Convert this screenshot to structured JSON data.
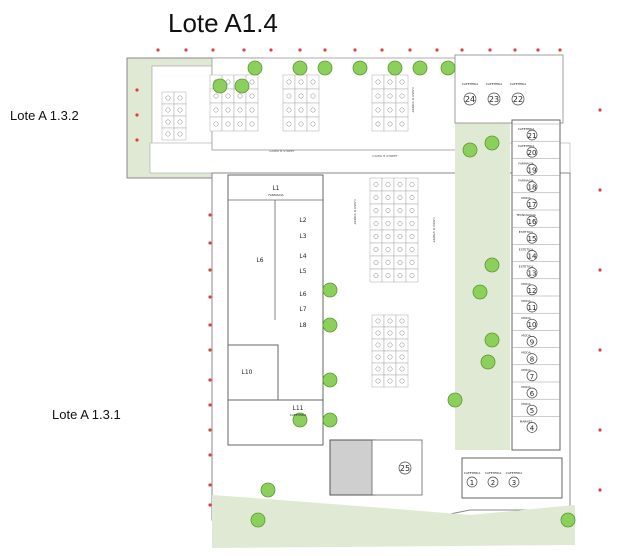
{
  "labels": {
    "title": "Lote A1.4",
    "lot_left_top": "Lote A 1.3.2",
    "lot_left_bottom": "Lote A 1.3.1"
  },
  "units_left": [
    {
      "id": "L1",
      "sub": "FARMACIA"
    },
    {
      "id": "L2"
    },
    {
      "id": "L3"
    },
    {
      "id": "L4"
    },
    {
      "id": "L5"
    },
    {
      "id": "L6"
    },
    {
      "id": "L6b",
      "text": "L6"
    },
    {
      "id": "L7"
    },
    {
      "id": "L8"
    },
    {
      "id": "L10"
    },
    {
      "id": "L11",
      "sub": "CAFETERIA"
    }
  ],
  "units_right": [
    {
      "n": "21",
      "name": "CAFETERIA"
    },
    {
      "n": "20",
      "name": "CAFETERIA"
    },
    {
      "n": "19",
      "name": "FARMACIA"
    },
    {
      "n": "18",
      "name": "FARMACIA"
    },
    {
      "n": "17",
      "name": "MODA"
    },
    {
      "n": "16",
      "name": "TECNOLOGIA"
    },
    {
      "n": "15",
      "name": "ESTETICA"
    },
    {
      "n": "14",
      "name": "ESTETICA"
    },
    {
      "n": "13",
      "name": "ESTETICA"
    },
    {
      "n": "12",
      "name": "MODA"
    },
    {
      "n": "11",
      "name": "MODA"
    },
    {
      "n": "10",
      "name": "MODA"
    },
    {
      "n": "9",
      "name": "MODA"
    },
    {
      "n": "8",
      "name": "MODA"
    },
    {
      "n": "7",
      "name": "MODA"
    },
    {
      "n": "6",
      "name": "MODA"
    },
    {
      "n": "5",
      "name": "MODA"
    },
    {
      "n": "4",
      "name": "MARKET"
    }
  ],
  "units_top": [
    {
      "n": "24",
      "name": "CAFETERIA"
    },
    {
      "n": "23",
      "name": "CAFETERIA"
    },
    {
      "n": "22",
      "name": "CAFETERIA"
    }
  ],
  "units_bottom": [
    {
      "n": "1",
      "name": "CAFETERIA"
    },
    {
      "n": "2",
      "name": "CAFETERIA"
    },
    {
      "n": "3",
      "name": "CAFETERIA"
    }
  ],
  "unit_25": {
    "n": "25"
  },
  "street_labels": [
    "CAMIÓ B STREET",
    "CAMIÓ B STREET",
    "CAMIÓ B STREET",
    "CAMIÓ B STREET",
    "CAMIÓ B STREET"
  ]
}
